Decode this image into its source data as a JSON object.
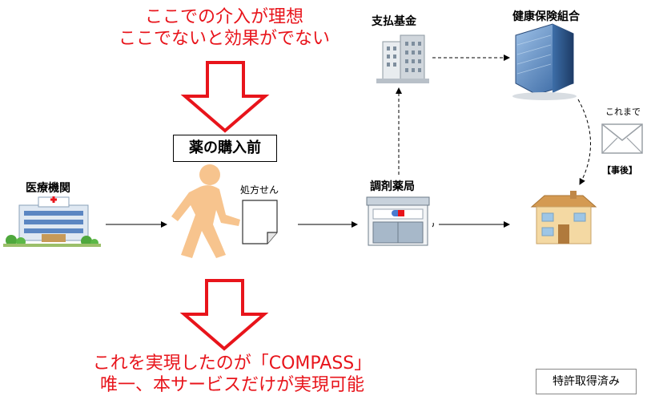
{
  "top_text": {
    "line1": "ここでの介入が理想",
    "line2": "ここでないと効果がでない"
  },
  "bottom_text": {
    "line1": "これを実現したのが「COMPASS」",
    "line2": "唯一、本サービスだけが実現可能"
  },
  "labels": {
    "before_purchase": "薬の購入前",
    "medical_institution": "医療機関",
    "prescription": "処方せん",
    "pharmacy": "調剤薬局",
    "payment_fund": "支払基金",
    "health_insurance": "健康保険組合",
    "until_now": "これまで",
    "after_the_fact": "【事後】",
    "patent": "特許取得済み"
  },
  "colors": {
    "accent_red": "#e8141b",
    "person": "#f7c48e",
    "house_roof": "#d49a52",
    "house_wall": "#f4d9a3"
  }
}
